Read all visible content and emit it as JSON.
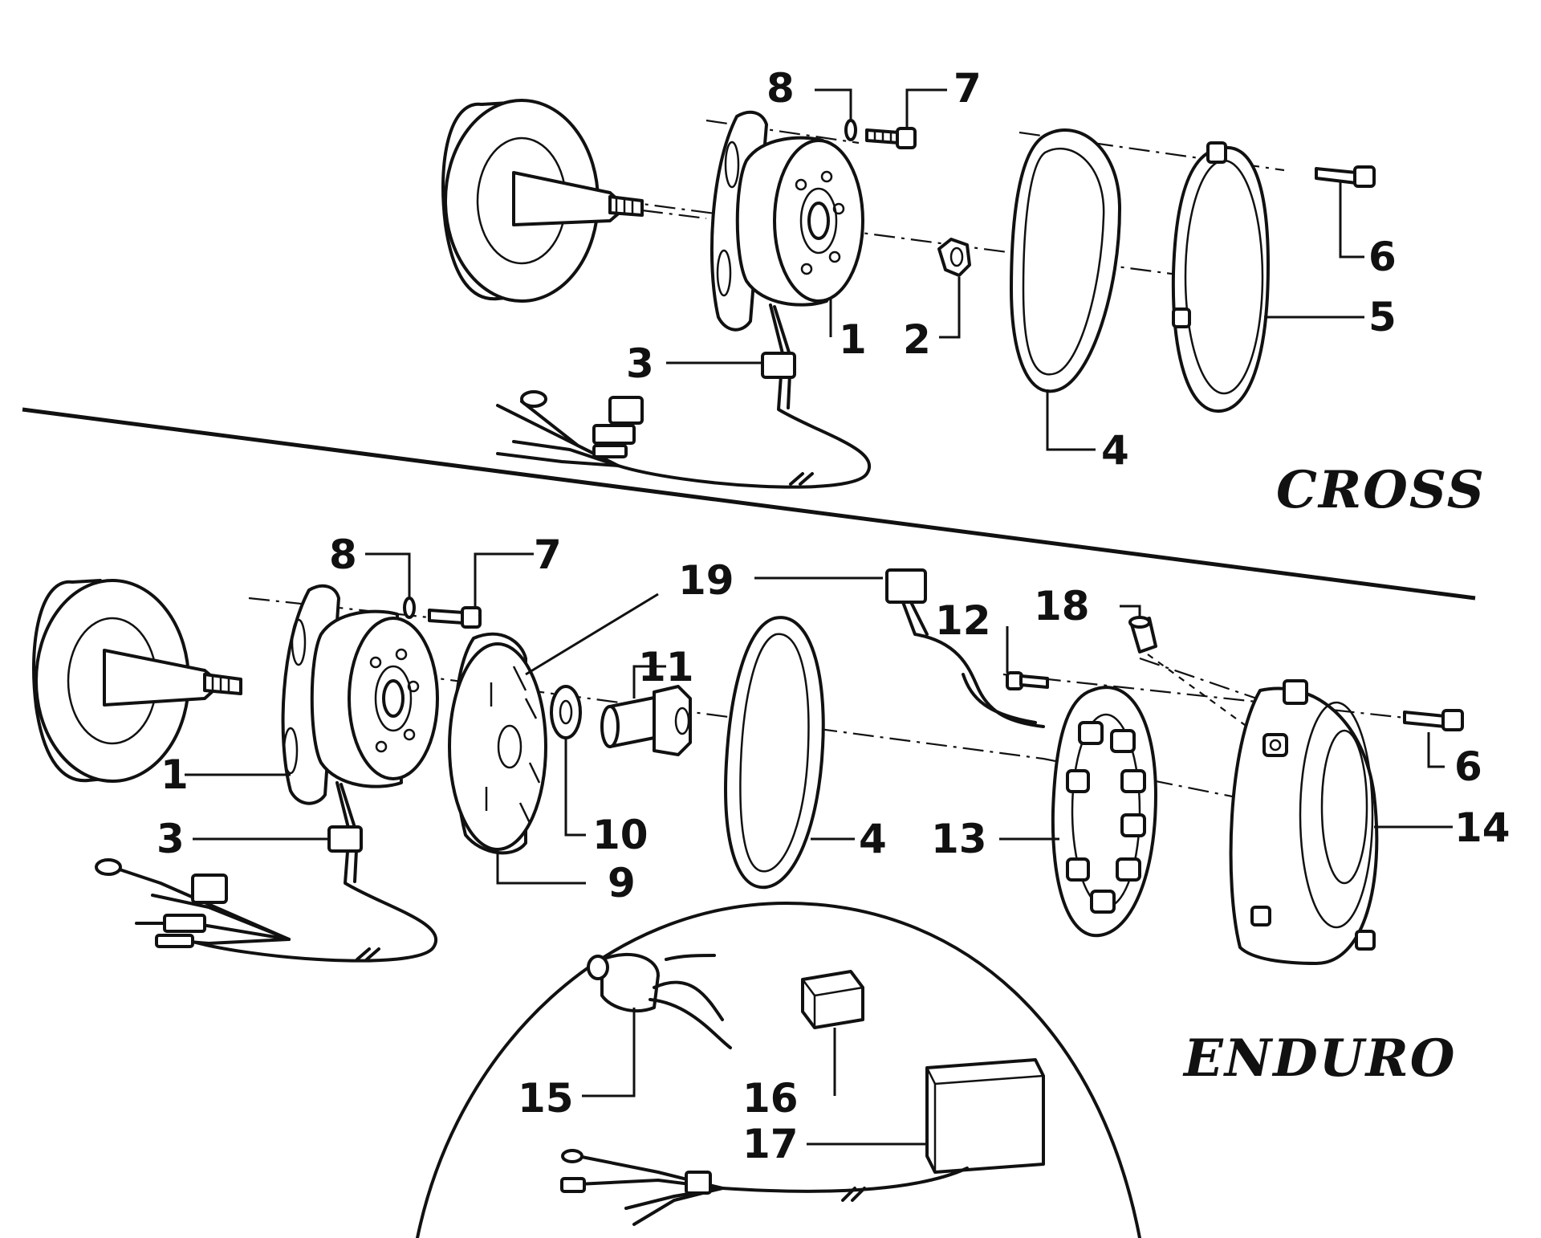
{
  "sections": {
    "cross": "CROSS",
    "enduro": "ENDURO"
  },
  "cross_labels": {
    "c1": "1",
    "c2": "2",
    "c3": "3",
    "c4": "4",
    "c5": "5",
    "c6": "6",
    "c7": "7",
    "c8": "8"
  },
  "enduro_labels": {
    "e1": "1",
    "e3": "3",
    "e4": "4",
    "e6": "6",
    "e7": "7",
    "e8": "8",
    "e9": "9",
    "e10": "10",
    "e11": "11",
    "e12": "12",
    "e13": "13",
    "e14": "14",
    "e15": "15",
    "e16": "16",
    "e17": "17",
    "e18": "18",
    "e19": "19"
  },
  "colors": {
    "ink": "#111111",
    "paper": "#ffffff"
  }
}
